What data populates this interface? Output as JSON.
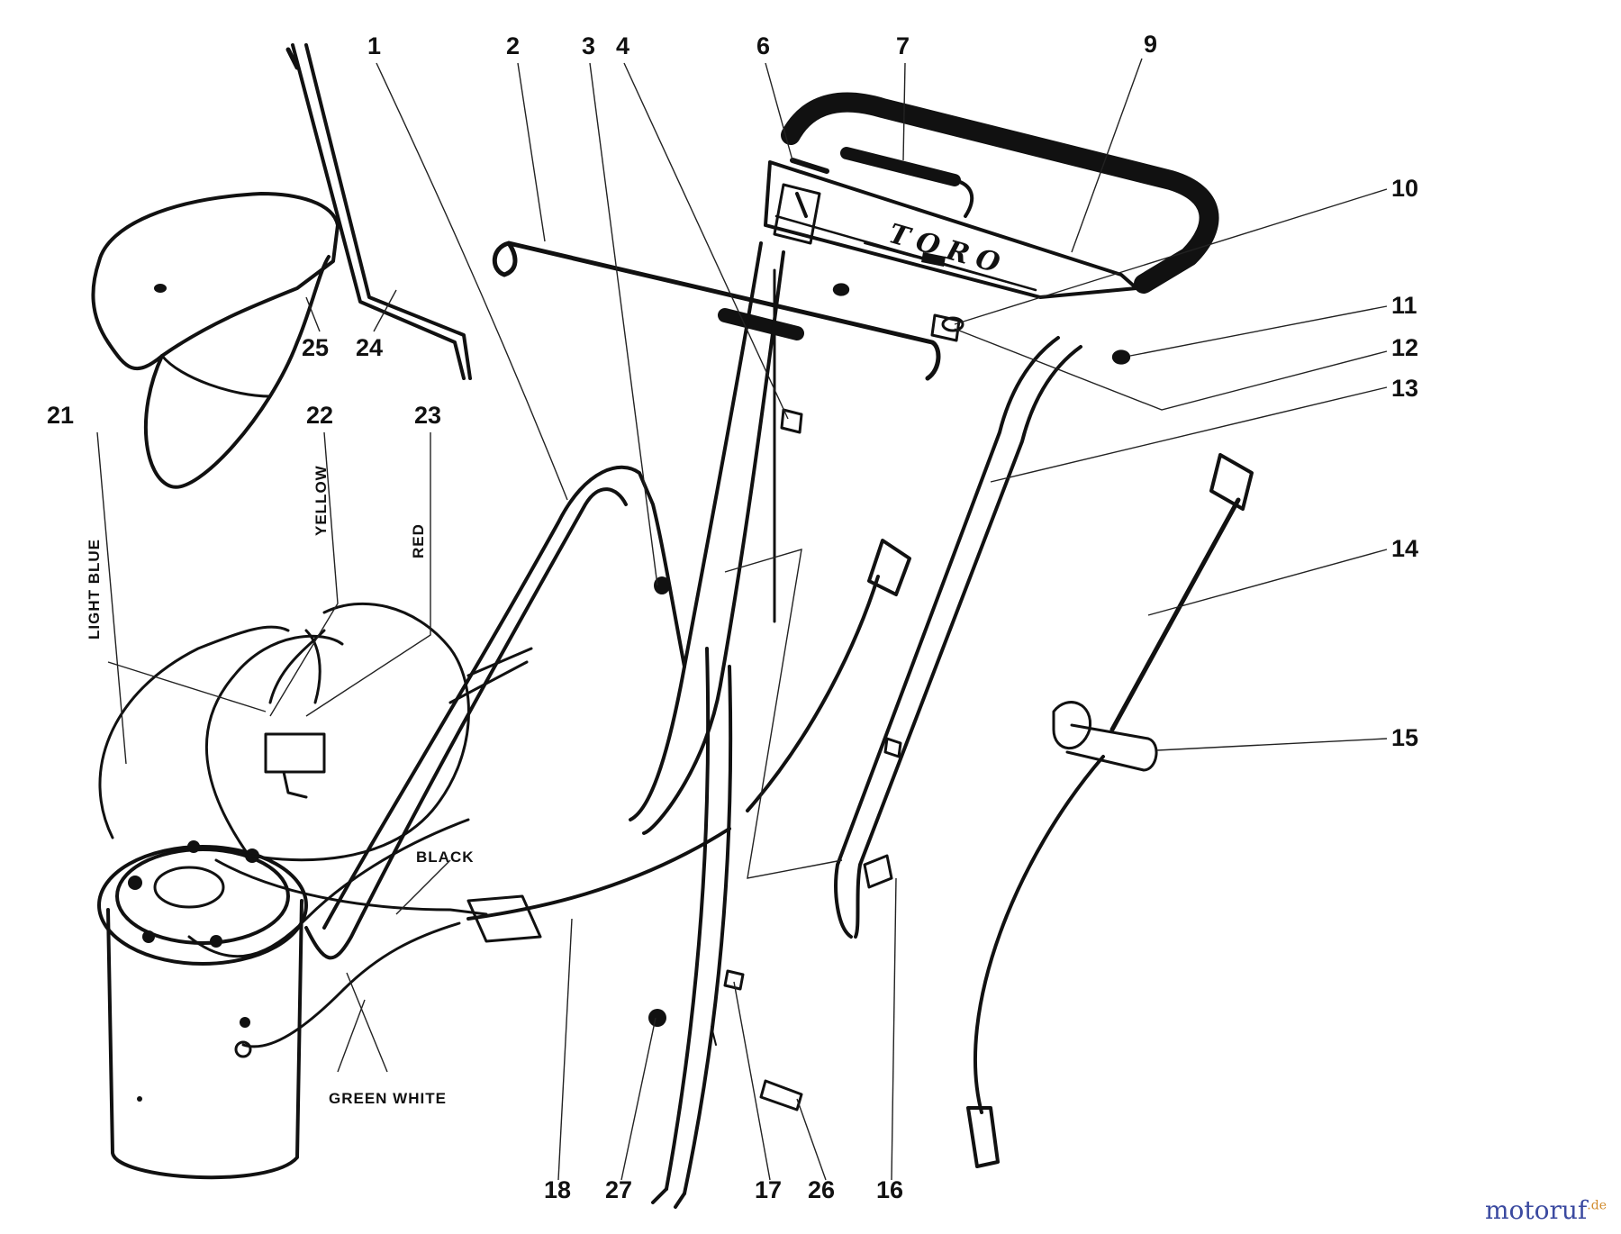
{
  "brand_decal": "TORO",
  "parts": [
    {
      "id": "p1",
      "label": "1"
    },
    {
      "id": "p2",
      "label": "2"
    },
    {
      "id": "p3",
      "label": "3"
    },
    {
      "id": "p4",
      "label": "4"
    },
    {
      "id": "p6",
      "label": "6"
    },
    {
      "id": "p7",
      "label": "7"
    },
    {
      "id": "p9",
      "label": "9"
    },
    {
      "id": "p10",
      "label": "10"
    },
    {
      "id": "p11",
      "label": "11"
    },
    {
      "id": "p12",
      "label": "12"
    },
    {
      "id": "p13",
      "label": "13"
    },
    {
      "id": "p14",
      "label": "14"
    },
    {
      "id": "p15",
      "label": "15"
    },
    {
      "id": "p16",
      "label": "16"
    },
    {
      "id": "p17",
      "label": "17"
    },
    {
      "id": "p18",
      "label": "18"
    },
    {
      "id": "p21",
      "label": "21"
    },
    {
      "id": "p22",
      "label": "22"
    },
    {
      "id": "p23",
      "label": "23"
    },
    {
      "id": "p24",
      "label": "24"
    },
    {
      "id": "p25",
      "label": "25"
    },
    {
      "id": "p26",
      "label": "26"
    },
    {
      "id": "p27",
      "label": "27"
    }
  ],
  "wire_labels": {
    "yellow": "YELLOW",
    "red": "RED",
    "light_blue": "LIGHT BLUE",
    "black": "BLACK",
    "green_white": "GREEN WHITE"
  },
  "watermark": {
    "main": "motoruf",
    "tld": ".de"
  }
}
